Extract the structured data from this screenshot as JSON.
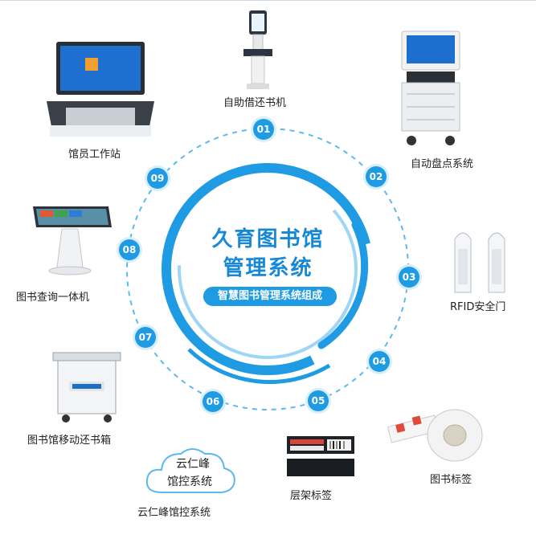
{
  "center": {
    "title_line1": "久育图书馆",
    "title_line2": "管理系统",
    "subtitle": "智慧图书管理系统组成"
  },
  "nodes": [
    "01",
    "02",
    "03",
    "04",
    "05",
    "06",
    "07",
    "08",
    "09"
  ],
  "components": {
    "c01": "自助借还书机",
    "c02": "自动盘点系统",
    "c03": "RFID安全门",
    "c04": "图书标签",
    "c05": "层架标签",
    "c06": "云仁峰馆控系统",
    "c07": "图书馆移动还书箱",
    "c08": "图书查询一体机",
    "c09": "馆员工作站"
  },
  "cloud_text": {
    "line1": "云仁峰",
    "line2": "馆控系统"
  },
  "colors": {
    "accent": "#1e9be3",
    "accent_dark": "#1688d6",
    "ring_light": "#8fd0f4"
  }
}
